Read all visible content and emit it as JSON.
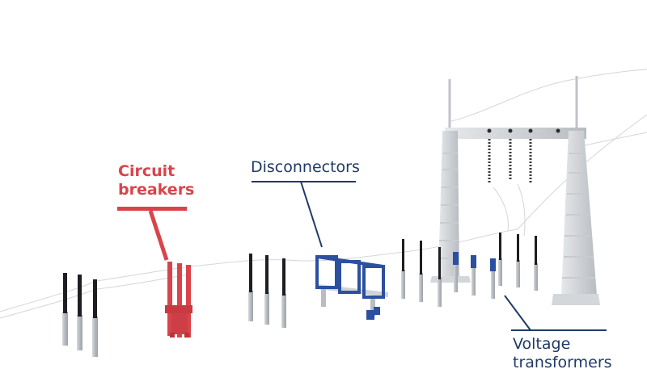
{
  "labels": {
    "circuit_breakers": {
      "line1": "Circuit",
      "line2": "breakers"
    },
    "disconnectors": {
      "text": "Disconnectors"
    },
    "voltage_transformers": {
      "line1": "Voltage",
      "line2": "transformers"
    }
  },
  "colors": {
    "circuit_breakers": "#d9444b",
    "disconnectors": "#1f3a68",
    "equipment_highlight_blue": "#2c50a0",
    "tower": "#d8dadd",
    "insulator": "#1e1e22",
    "support": "#b9bcc1",
    "wire": "#cfd3d8"
  }
}
